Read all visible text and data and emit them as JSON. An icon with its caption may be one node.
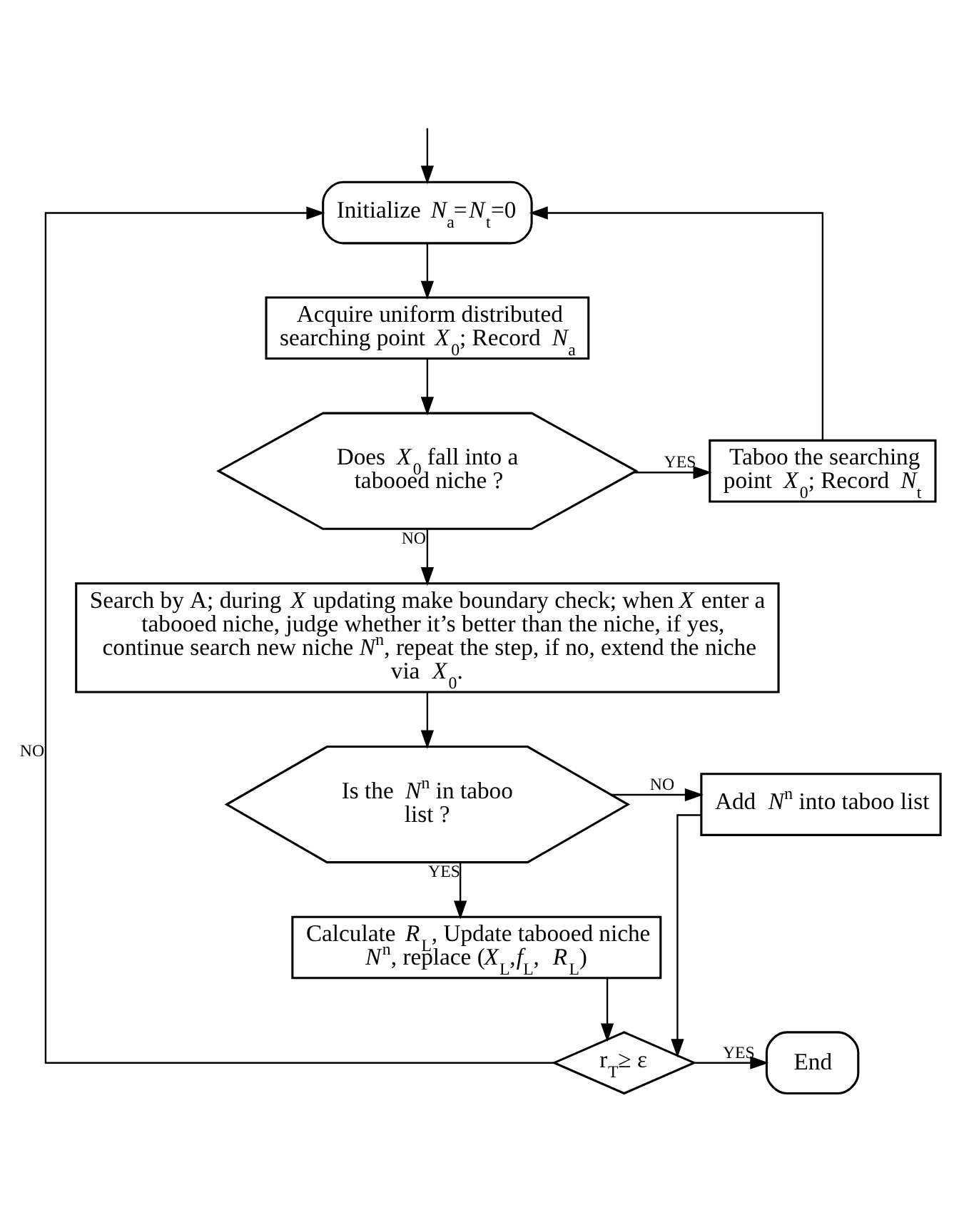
{
  "diagram": {
    "nodes": [
      {
        "text": [
          "Initialize *N*$_{a}$=*N*$_{t}$=0"
        ]
      },
      {
        "text": [
          "Acquire uniform distributed searching point *X*$_{0}$; Record *N*$_{a}$"
        ]
      },
      {
        "text": [
          "Does *X*$_{0}$ fall into a tabooed niche ?"
        ]
      },
      {
        "text": [
          "Taboo the searching point *X*$_{0}$; Record *N*$_{t}$"
        ]
      },
      {
        "text": [
          "Search by A; during *X* updating make boundary check; when *X* enter a tabooed niche, judge whether it’s better than the niche, if yes, continue search new niche *N*$^{n}$, repeat the step, if no, extend the niche via *X*$_{0}$."
        ]
      },
      {
        "text": [
          "Is the *N*$^{n}$ in taboo list ?"
        ]
      },
      {
        "text": [
          "Add *N*$^{n}$ into taboo list"
        ]
      },
      {
        "text": [
          "Calculate *R*$_{L}$, Update tabooed niche *N*$^{n}$, replace (*X*$_{L}$,*f*$_{L}$, *R*$_{L}$)"
        ]
      },
      {
        "text": [
          "r$_{T}$≥ ε"
        ]
      },
      {
        "text": [
          "End"
        ]
      }
    ],
    "edges": [
      {
        "from": null,
        "to": 0,
        "arrow": "to"
      },
      {
        "from": 0,
        "to": 1,
        "arrow": "to"
      },
      {
        "from": 1,
        "to": 2,
        "arrow": "to"
      },
      {
        "from": 2,
        "to": 3,
        "arrow": "to",
        "label": "YES"
      },
      {
        "from": 3,
        "to": 0,
        "arrow": "to"
      },
      {
        "from": 2,
        "to": 4,
        "arrow": "to",
        "label": "NO"
      },
      {
        "from": 4,
        "to": 5,
        "arrow": "to"
      },
      {
        "from": 5,
        "to": 6,
        "arrow": "to",
        "label": "NO"
      },
      {
        "from": 5,
        "to": 7,
        "arrow": "to",
        "label": "YES"
      },
      {
        "from": 7,
        "to": 8,
        "arrow": "to"
      },
      {
        "from": 6,
        "to": 8,
        "arrow": "to"
      },
      {
        "from": 8,
        "to": 9,
        "arrow": "to",
        "label": "YES"
      },
      {
        "from": 8,
        "to": 0,
        "arrow": "to",
        "label": "NO"
      }
    ]
  }
}
